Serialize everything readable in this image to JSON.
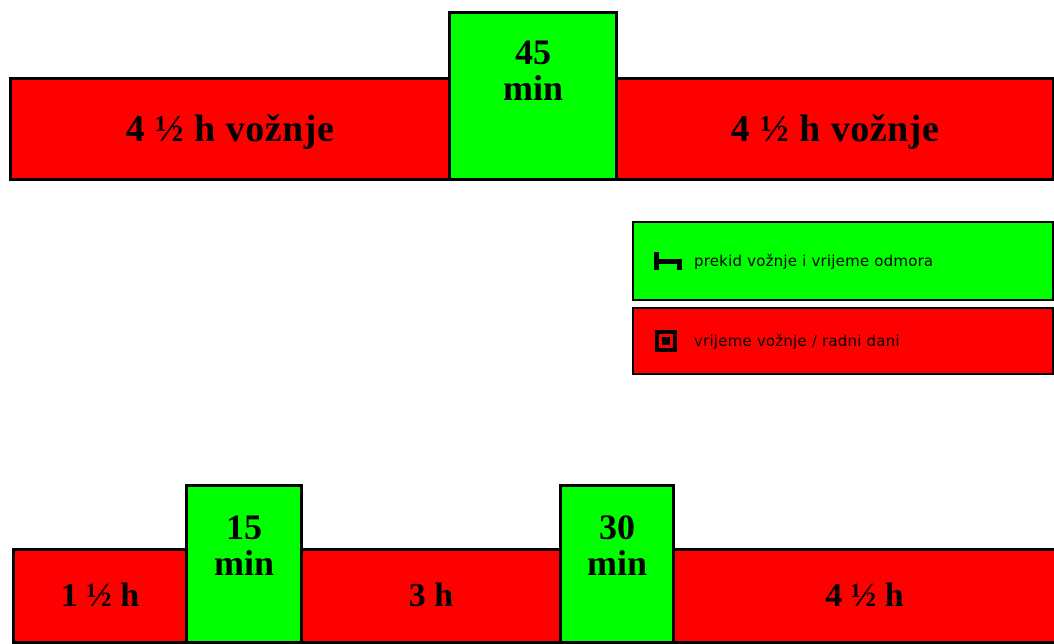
{
  "colors": {
    "driving": "#ff0000",
    "break": "#00ff00",
    "border": "#000000"
  },
  "top_schedule": {
    "drive_1": "4 ½ h vožnje",
    "break_num": "45",
    "break_unit": "min",
    "drive_2": "4 ½ h vožnje"
  },
  "legend": {
    "break_label": "prekid vožnje i vrijeme odmora",
    "break_icon": "bed-icon",
    "drive_label": "vrijeme vožnje / radni dani",
    "drive_icon": "steering-wheel-icon"
  },
  "bottom_schedule": {
    "drive_1": "1 ½ h",
    "break_1_num": "15",
    "break_1_unit": "min",
    "drive_2": "3 h",
    "break_2_num": "30",
    "break_2_unit": "min",
    "drive_3": "4 ½ h"
  }
}
